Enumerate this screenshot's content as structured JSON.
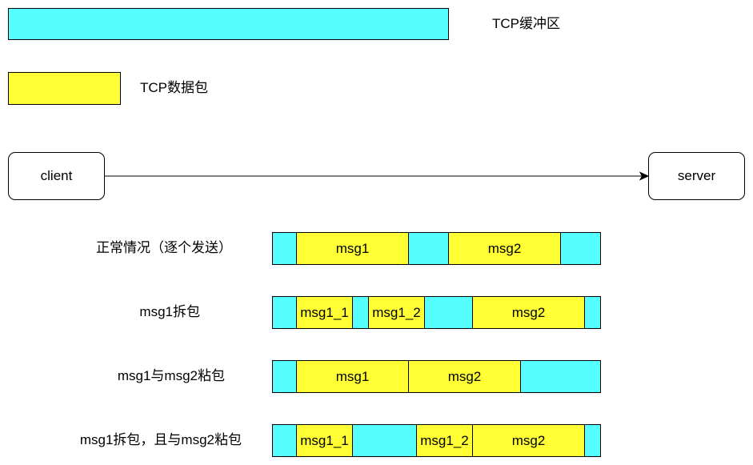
{
  "colors": {
    "buffer": "#55ffff",
    "packet": "#ffff33"
  },
  "legend": {
    "buffer_label": "TCP缓冲区",
    "packet_label": "TCP数据包"
  },
  "nodes": {
    "client": "client",
    "server": "server"
  },
  "rows": [
    {
      "label": "正常情况（逐个发送）",
      "segments": [
        {
          "kind": "buffer",
          "start": 0,
          "end": 30,
          "text": ""
        },
        {
          "kind": "packet",
          "start": 30,
          "end": 170,
          "text": "msg1"
        },
        {
          "kind": "buffer",
          "start": 170,
          "end": 220,
          "text": ""
        },
        {
          "kind": "packet",
          "start": 220,
          "end": 360,
          "text": "msg2"
        },
        {
          "kind": "buffer",
          "start": 360,
          "end": 410,
          "text": ""
        }
      ]
    },
    {
      "label": "msg1拆包",
      "segments": [
        {
          "kind": "buffer",
          "start": 0,
          "end": 30,
          "text": ""
        },
        {
          "kind": "packet",
          "start": 30,
          "end": 100,
          "text": "msg1_1"
        },
        {
          "kind": "buffer",
          "start": 100,
          "end": 120,
          "text": ""
        },
        {
          "kind": "packet",
          "start": 120,
          "end": 190,
          "text": "msg1_2"
        },
        {
          "kind": "buffer",
          "start": 190,
          "end": 250,
          "text": ""
        },
        {
          "kind": "packet",
          "start": 250,
          "end": 390,
          "text": "msg2"
        },
        {
          "kind": "buffer",
          "start": 390,
          "end": 410,
          "text": ""
        }
      ]
    },
    {
      "label": "msg1与msg2粘包",
      "segments": [
        {
          "kind": "buffer",
          "start": 0,
          "end": 30,
          "text": ""
        },
        {
          "kind": "packet",
          "start": 30,
          "end": 170,
          "text": "msg1"
        },
        {
          "kind": "packet",
          "start": 170,
          "end": 310,
          "text": "msg2"
        },
        {
          "kind": "buffer",
          "start": 310,
          "end": 410,
          "text": ""
        }
      ]
    },
    {
      "label": "msg1拆包，且与msg2粘包",
      "segments": [
        {
          "kind": "buffer",
          "start": 0,
          "end": 30,
          "text": ""
        },
        {
          "kind": "packet",
          "start": 30,
          "end": 100,
          "text": "msg1_1"
        },
        {
          "kind": "buffer",
          "start": 100,
          "end": 180,
          "text": ""
        },
        {
          "kind": "packet",
          "start": 180,
          "end": 250,
          "text": "msg1_2"
        },
        {
          "kind": "packet",
          "start": 250,
          "end": 390,
          "text": "msg2"
        },
        {
          "kind": "buffer",
          "start": 390,
          "end": 410,
          "text": ""
        }
      ]
    }
  ]
}
